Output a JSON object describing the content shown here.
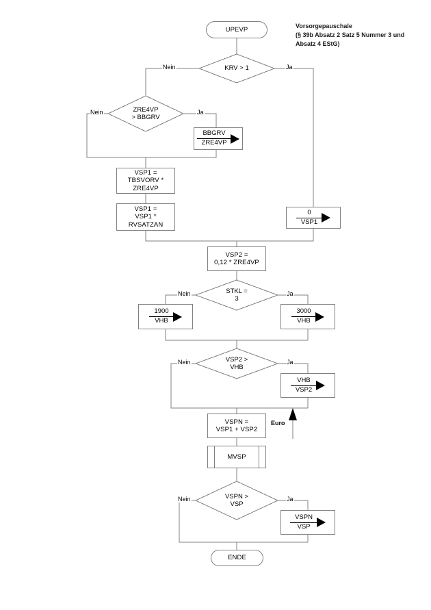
{
  "diagram": {
    "caption": "Vorsorgepauschale\n(§ 39b Absatz 2 Satz 5 Nummer 3 und\nAbsatz 4 EStG)",
    "euro_label": "Euro",
    "line_color": "#808080",
    "text_color": "#000000",
    "background": "#ffffff"
  },
  "nodes": {
    "start": {
      "label": "UPEVP",
      "type": "terminator"
    },
    "krv": {
      "label": "KRV > 1",
      "type": "decision"
    },
    "zre4vp_bbgrv": {
      "label": "ZRE4VP\n> BBGRV",
      "type": "decision"
    },
    "assign_bbgrv": {
      "num": "BBGRV",
      "den": "ZRE4VP",
      "type": "assignment"
    },
    "vsp1_tbsvorv": {
      "label": "VSP1 =\nTBSVORV * ZRE4VP",
      "type": "process"
    },
    "vsp1_rvsatzan": {
      "label": "VSP1 =\nVSP1 * RVSATZAN",
      "type": "process"
    },
    "assign_zero_vsp1": {
      "num": "0",
      "den": "VSP1",
      "type": "assignment"
    },
    "vsp2_calc": {
      "label": "VSP2 =\n0,12 * ZRE4VP",
      "type": "process"
    },
    "stkl": {
      "label": "STKL =\n3",
      "type": "decision"
    },
    "assign_1900_vhb": {
      "num": "1900",
      "den": "VHB",
      "type": "assignment"
    },
    "assign_3000_vhb": {
      "num": "3000",
      "den": "VHB",
      "type": "assignment"
    },
    "vsp2_vhb": {
      "label": "VSP2 >\nVHB",
      "type": "decision"
    },
    "assign_vhb_vsp2": {
      "num": "VHB",
      "den": "VSP2",
      "type": "assignment"
    },
    "vspn_sum": {
      "label": "VSPN =\nVSP1 + VSP2",
      "type": "process"
    },
    "mvsp": {
      "label": "MVSP",
      "type": "subroutine"
    },
    "vspn_vsp": {
      "label": "VSPN >\nVSP",
      "type": "decision"
    },
    "assign_vspn_vsp": {
      "num": "VSPN",
      "den": "VSP",
      "type": "assignment"
    },
    "end": {
      "label": "ENDE",
      "type": "terminator"
    }
  },
  "edge_labels": {
    "krv_nein": "Nein",
    "krv_ja": "Ja",
    "zre4vp_nein": "Nein",
    "zre4vp_ja": "Ja",
    "stkl_nein": "Nein",
    "stkl_ja": "Ja",
    "vsp2vhb_nein": "Nein",
    "vsp2vhb_ja": "Ja",
    "vspnvsp_nein": "Nein",
    "vspnvsp_ja": "Ja"
  }
}
